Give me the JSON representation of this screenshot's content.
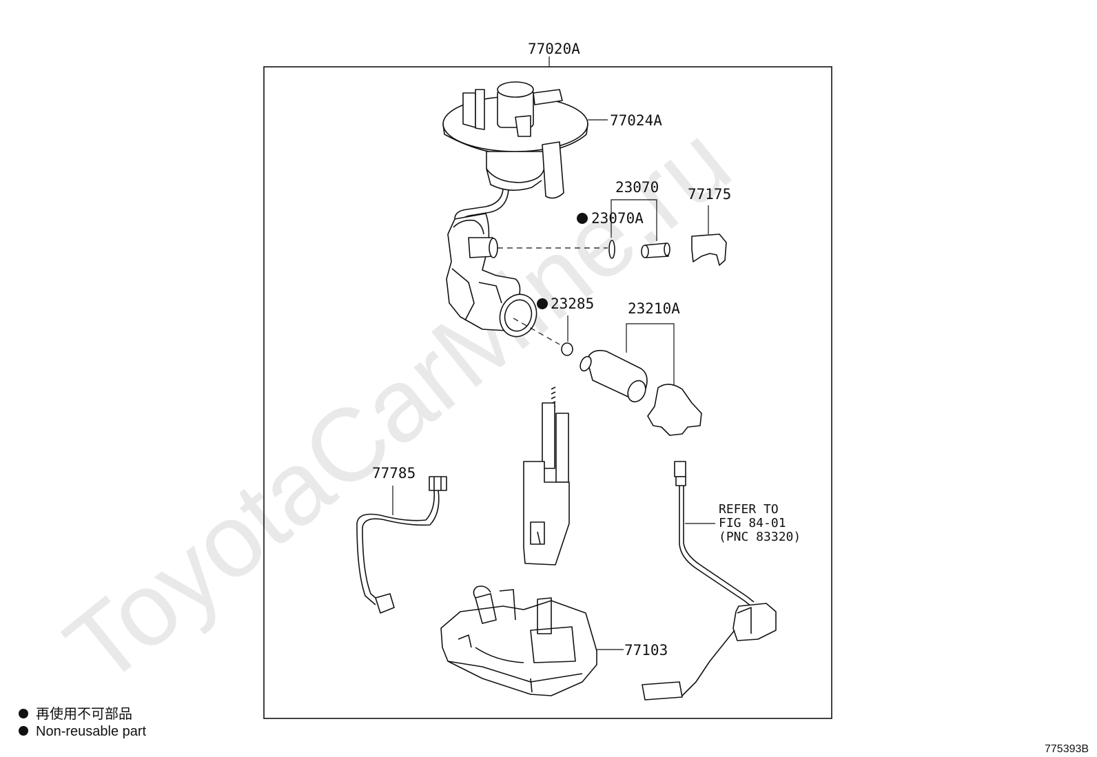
{
  "watermark": "ToyotaCarMine.ru",
  "assembly_label": "77020A",
  "parts": {
    "flange": "77024A",
    "check_valve_set": "23070",
    "check_valve_oring": "23070A",
    "retainer": "77175",
    "pump_oring": "23285",
    "fuel_pump": "23210A",
    "wire": "77785",
    "cup": "77103"
  },
  "refer_note": [
    "REFER TO",
    "FIG 84-01",
    "(PNC 83320)"
  ],
  "legend": {
    "jp": "再使用不可部品",
    "en": "Non-reusable part"
  },
  "figure_code": "775393B"
}
